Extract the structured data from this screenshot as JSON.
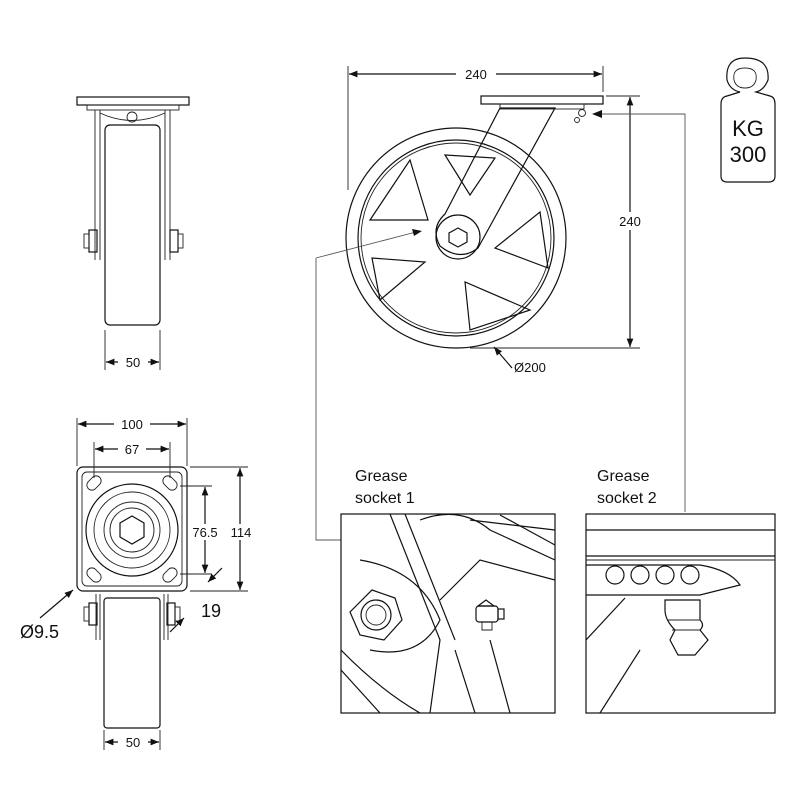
{
  "dimensions": {
    "side_width": "50",
    "plate_width": "100",
    "hole_spacing": "67",
    "hole_spacing_v": "76.5",
    "plate_length": "114",
    "bolt_hole": "Ø9.5",
    "offset": "19",
    "front_width": "50",
    "overall_length": "240",
    "overall_height": "240",
    "wheel_diameter": "Ø200"
  },
  "load": {
    "unit": "KG",
    "value": "300",
    "icon": "weight-icon"
  },
  "details": {
    "socket1": {
      "line1": "Grease",
      "line2": "socket 1"
    },
    "socket2": {
      "line1": "Grease",
      "line2": "socket 2"
    }
  }
}
